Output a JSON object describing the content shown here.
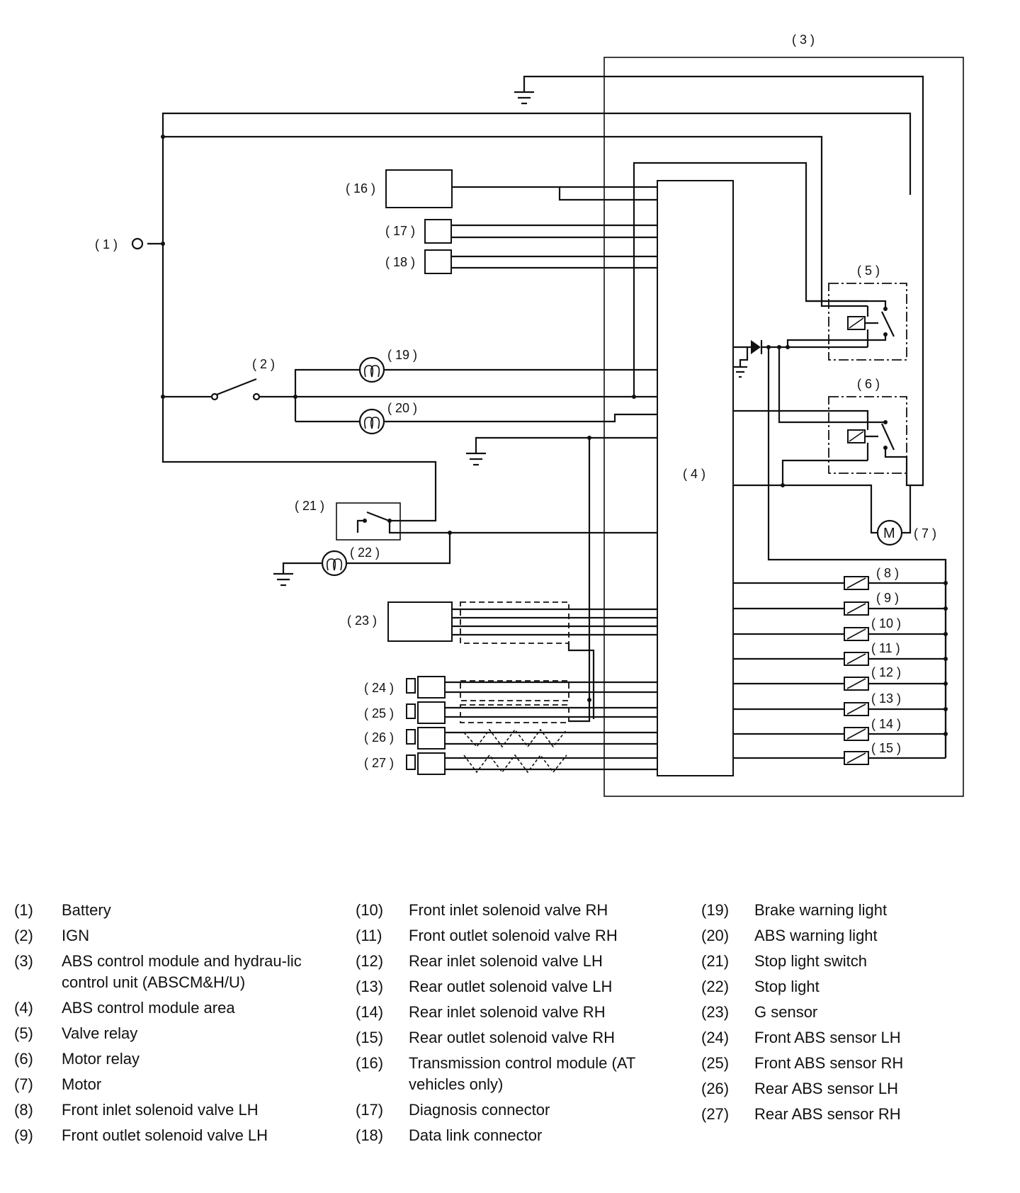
{
  "diagram": {
    "labels": {
      "n1": "( 1 )",
      "n2": "( 2 )",
      "n3": "( 3 )",
      "n4": "( 4 )",
      "n5": "( 5 )",
      "n6": "( 6 )",
      "n7": "( 7 )",
      "n8": "( 8 )",
      "n9": "( 9 )",
      "n10": "( 10 )",
      "n11": "( 11 )",
      "n12": "( 12 )",
      "n13": "( 13 )",
      "n14": "( 14 )",
      "n15": "( 15 )",
      "n16": "( 16 )",
      "n17": "( 17 )",
      "n18": "( 18 )",
      "n19": "( 19 )",
      "n20": "( 20 )",
      "n21": "( 21 )",
      "n22": "( 22 )",
      "n23": "( 23 )",
      "n24": "( 24 )",
      "n25": "( 25 )",
      "n26": "( 26 )",
      "n27": "( 27 )",
      "motor": "M"
    }
  },
  "legend": {
    "col1": [
      {
        "num": "(1)",
        "text": "Battery"
      },
      {
        "num": "(2)",
        "text": "IGN"
      },
      {
        "num": "(3)",
        "text": "ABS control module and hydrau-lic control unit (ABSCM&H/U)"
      },
      {
        "num": "(4)",
        "text": "ABS control module area"
      },
      {
        "num": "(5)",
        "text": "Valve relay"
      },
      {
        "num": "(6)",
        "text": "Motor relay"
      },
      {
        "num": "(7)",
        "text": "Motor"
      },
      {
        "num": "(8)",
        "text": "Front inlet solenoid valve LH"
      },
      {
        "num": "(9)",
        "text": "Front outlet solenoid valve LH"
      }
    ],
    "col2": [
      {
        "num": "(10)",
        "text": "Front inlet solenoid valve RH"
      },
      {
        "num": "(11)",
        "text": "Front outlet solenoid valve RH"
      },
      {
        "num": "(12)",
        "text": "Rear inlet solenoid valve LH"
      },
      {
        "num": "(13)",
        "text": "Rear outlet solenoid valve LH"
      },
      {
        "num": "(14)",
        "text": "Rear inlet solenoid valve RH"
      },
      {
        "num": "(15)",
        "text": "Rear outlet solenoid valve RH"
      },
      {
        "num": "(16)",
        "text": "Transmission control module (AT vehicles only)"
      },
      {
        "num": "(17)",
        "text": "Diagnosis connector"
      },
      {
        "num": "(18)",
        "text": "Data link connector"
      }
    ],
    "col3": [
      {
        "num": "(19)",
        "text": "Brake warning light"
      },
      {
        "num": "(20)",
        "text": "ABS warning light"
      },
      {
        "num": "(21)",
        "text": "Stop light switch"
      },
      {
        "num": "(22)",
        "text": "Stop light"
      },
      {
        "num": "(23)",
        "text": "G sensor"
      },
      {
        "num": "(24)",
        "text": "Front ABS sensor LH"
      },
      {
        "num": "(25)",
        "text": "Front ABS sensor RH"
      },
      {
        "num": "(26)",
        "text": "Rear ABS sensor LH"
      },
      {
        "num": "(27)",
        "text": "Rear ABS sensor RH"
      }
    ]
  }
}
